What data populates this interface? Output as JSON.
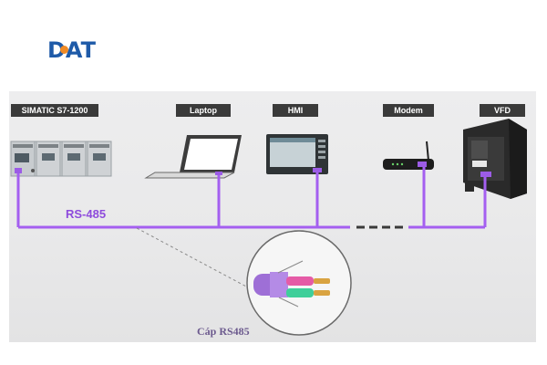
{
  "brand": {
    "logo_text": "DAT",
    "accent_orange": "#f08a24",
    "logo_blue": "#1e5aa8"
  },
  "diagram": {
    "devices": [
      {
        "id": "plc",
        "label": "SIMATIC S7-1200",
        "icon": "plc-icon"
      },
      {
        "id": "laptop",
        "label": "Laptop",
        "icon": "laptop-icon"
      },
      {
        "id": "hmi",
        "label": "HMI",
        "icon": "hmi-icon"
      },
      {
        "id": "modem",
        "label": "Modem",
        "icon": "router-icon"
      },
      {
        "id": "vfd",
        "label": "VFD",
        "icon": "vfd-icon"
      }
    ],
    "bus_label": "RS-485",
    "cable_label": "Cáp RS485",
    "bus_color": "#a45ff0",
    "tag_color": "#3a3a3a"
  }
}
